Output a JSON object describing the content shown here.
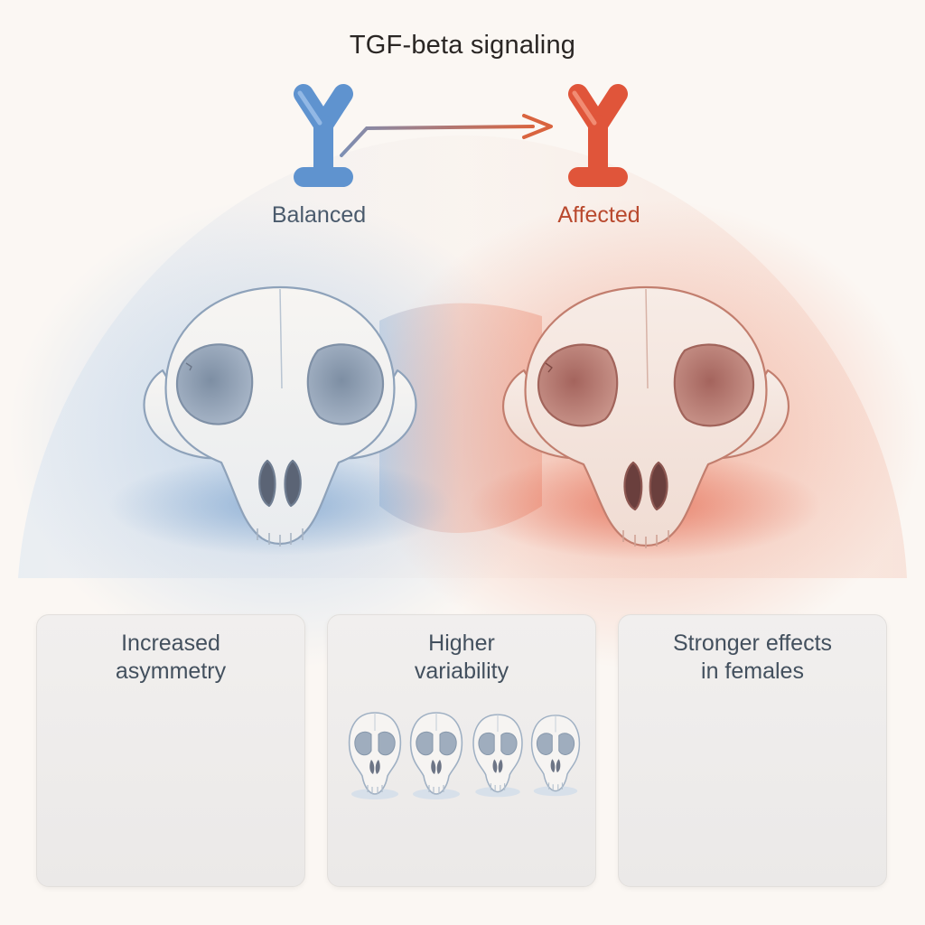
{
  "title": "TGF-beta signaling",
  "receptors": {
    "left": {
      "label": "Balanced",
      "color": "#5f93cf"
    },
    "right": {
      "label": "Affected",
      "color": "#e0553a"
    }
  },
  "colors": {
    "blue": "#6e9fd3",
    "red": "#df5a3c",
    "bone": "#f4efe9",
    "outline_blue": "#8ea2ba",
    "outline_red": "#c27e6e",
    "panel_text": "#43505e"
  },
  "panels": [
    {
      "line1": "Increased",
      "line2": "asymmetry",
      "icon": "down-arrow-icon"
    },
    {
      "line1": "Higher",
      "line2": "variability",
      "icon": "skull-row"
    },
    {
      "line1": "Stronger effects",
      "line2": "in females",
      "icon": "female-symbol-icon"
    }
  ]
}
